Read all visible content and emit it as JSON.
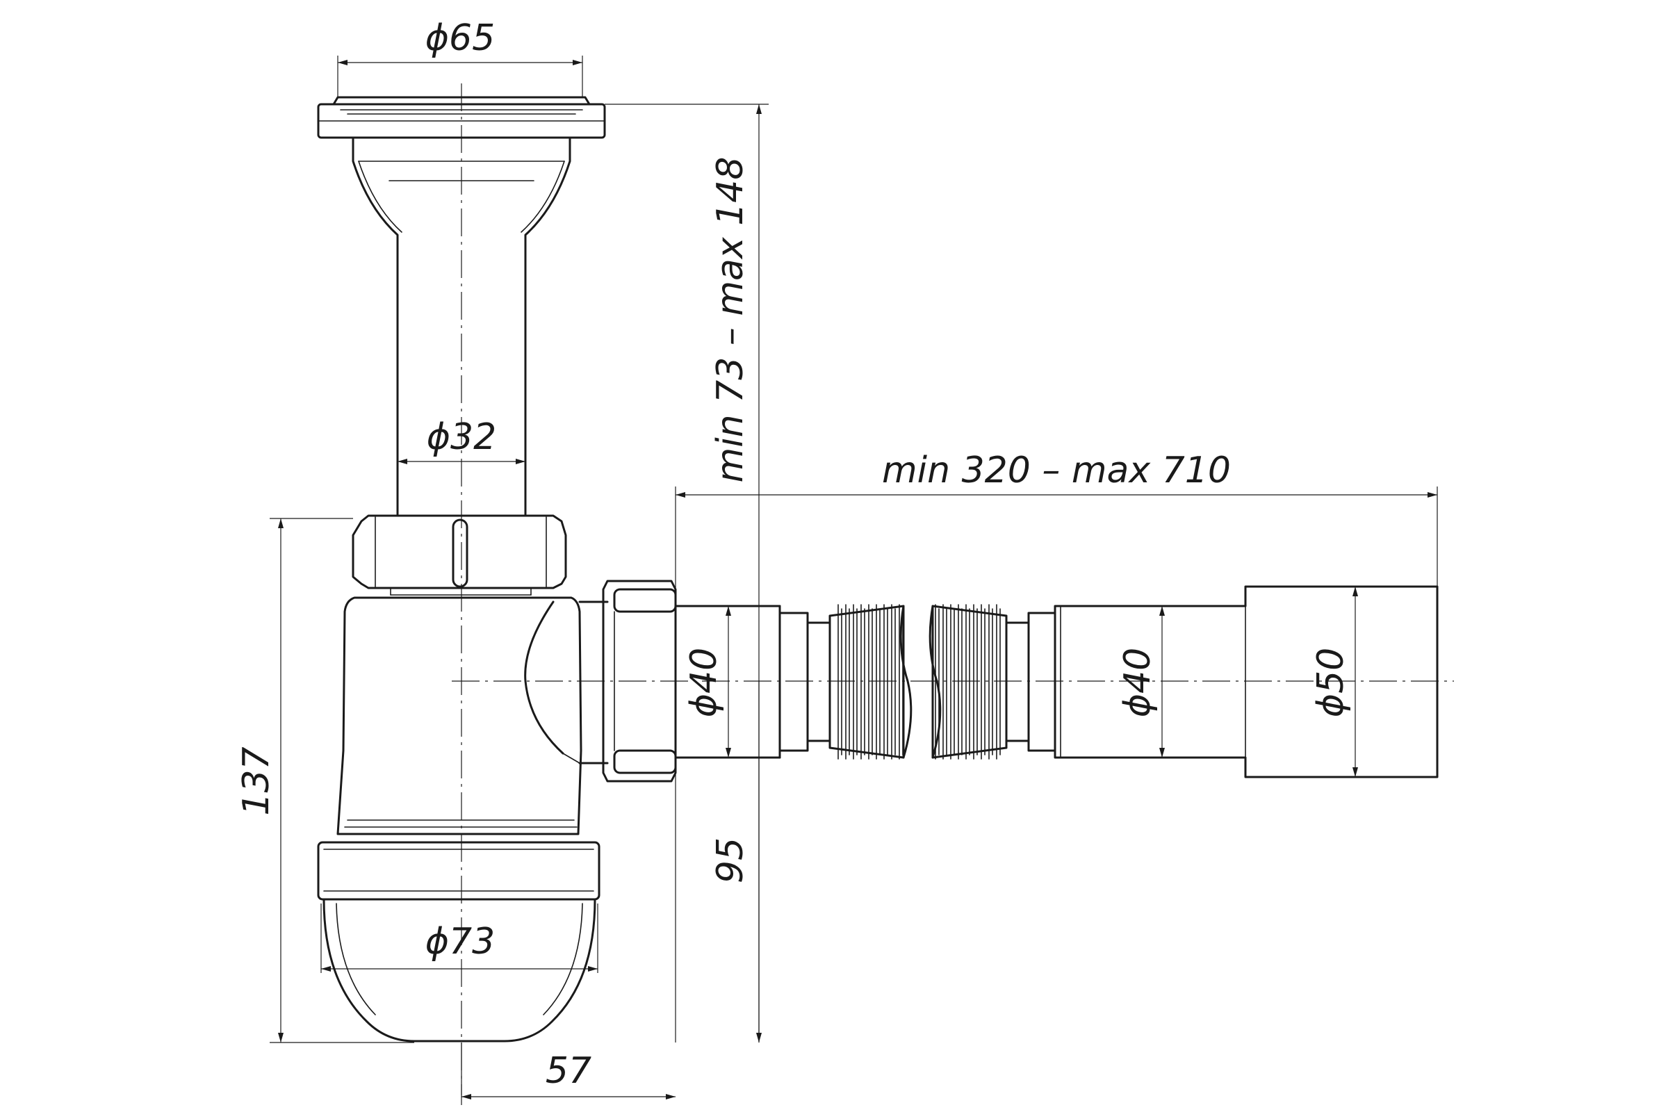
{
  "drawing": {
    "dimensions": {
      "inlet_diameter": "ϕ65",
      "tube_diameter": "ϕ32",
      "height_range": "min 73 – max 148",
      "length_range": "min 320 – max 710",
      "outlet_diameter_1": "ϕ40",
      "outlet_diameter_2": "ϕ40",
      "outlet_diameter_3": "ϕ50",
      "bowl_height": "137",
      "outlet_height": "95",
      "bowl_diameter": "ϕ73",
      "offset": "57"
    }
  }
}
